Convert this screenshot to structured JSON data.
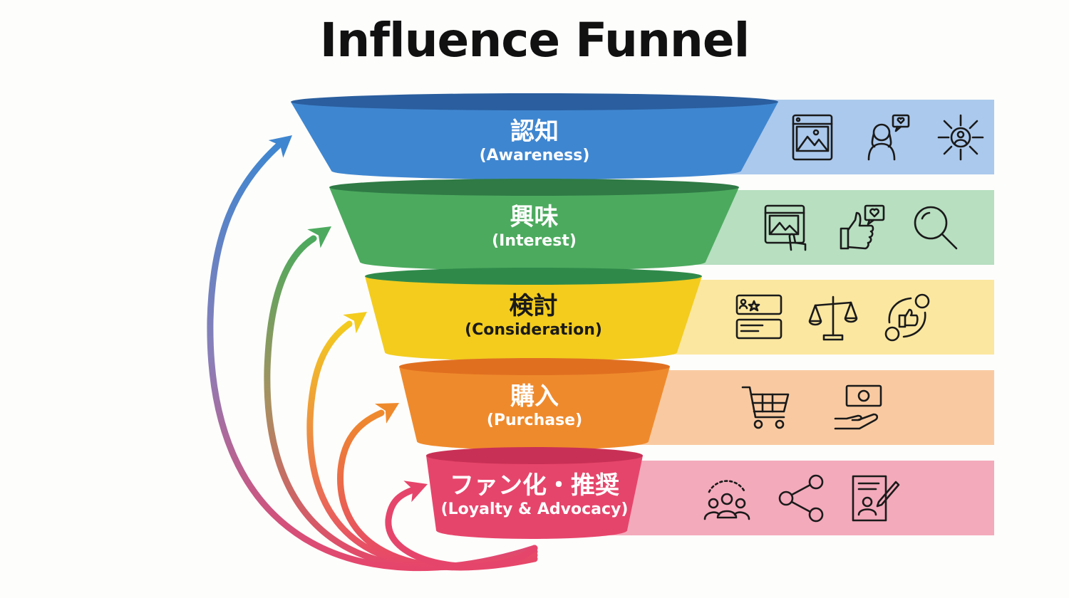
{
  "title": "Influence Funnel",
  "stages": [
    {
      "jp": "認知",
      "en": "(Awareness)",
      "color": "#3f86d0",
      "band": "#abc9ec",
      "icons": [
        "social-post-icon",
        "influencer-icon",
        "reach-broadcast-icon"
      ]
    },
    {
      "jp": "興味",
      "en": "(Interest)",
      "color": "#4caa5e",
      "band": "#b7dfc0",
      "icons": [
        "click-content-icon",
        "like-thumbs-up-icon",
        "search-icon"
      ]
    },
    {
      "jp": "検討",
      "en": "(Consideration)",
      "color": "#f3cc1e",
      "band": "#fbe7a0",
      "icons": [
        "reviews-icon",
        "compare-scale-icon",
        "referral-cycle-icon"
      ]
    },
    {
      "jp": "購入",
      "en": "(Purchase)",
      "color": "#ef8a2c",
      "band": "#f9caa1",
      "icons": [
        "shopping-cart-icon",
        "payment-icon"
      ]
    },
    {
      "jp": "ファン化・推奨",
      "en": "(Loyalty & Advocacy)",
      "color": "#e6456b",
      "band": "#f3aabb",
      "icons": [
        "community-icon",
        "share-icon",
        "testimonial-icon"
      ]
    }
  ]
}
